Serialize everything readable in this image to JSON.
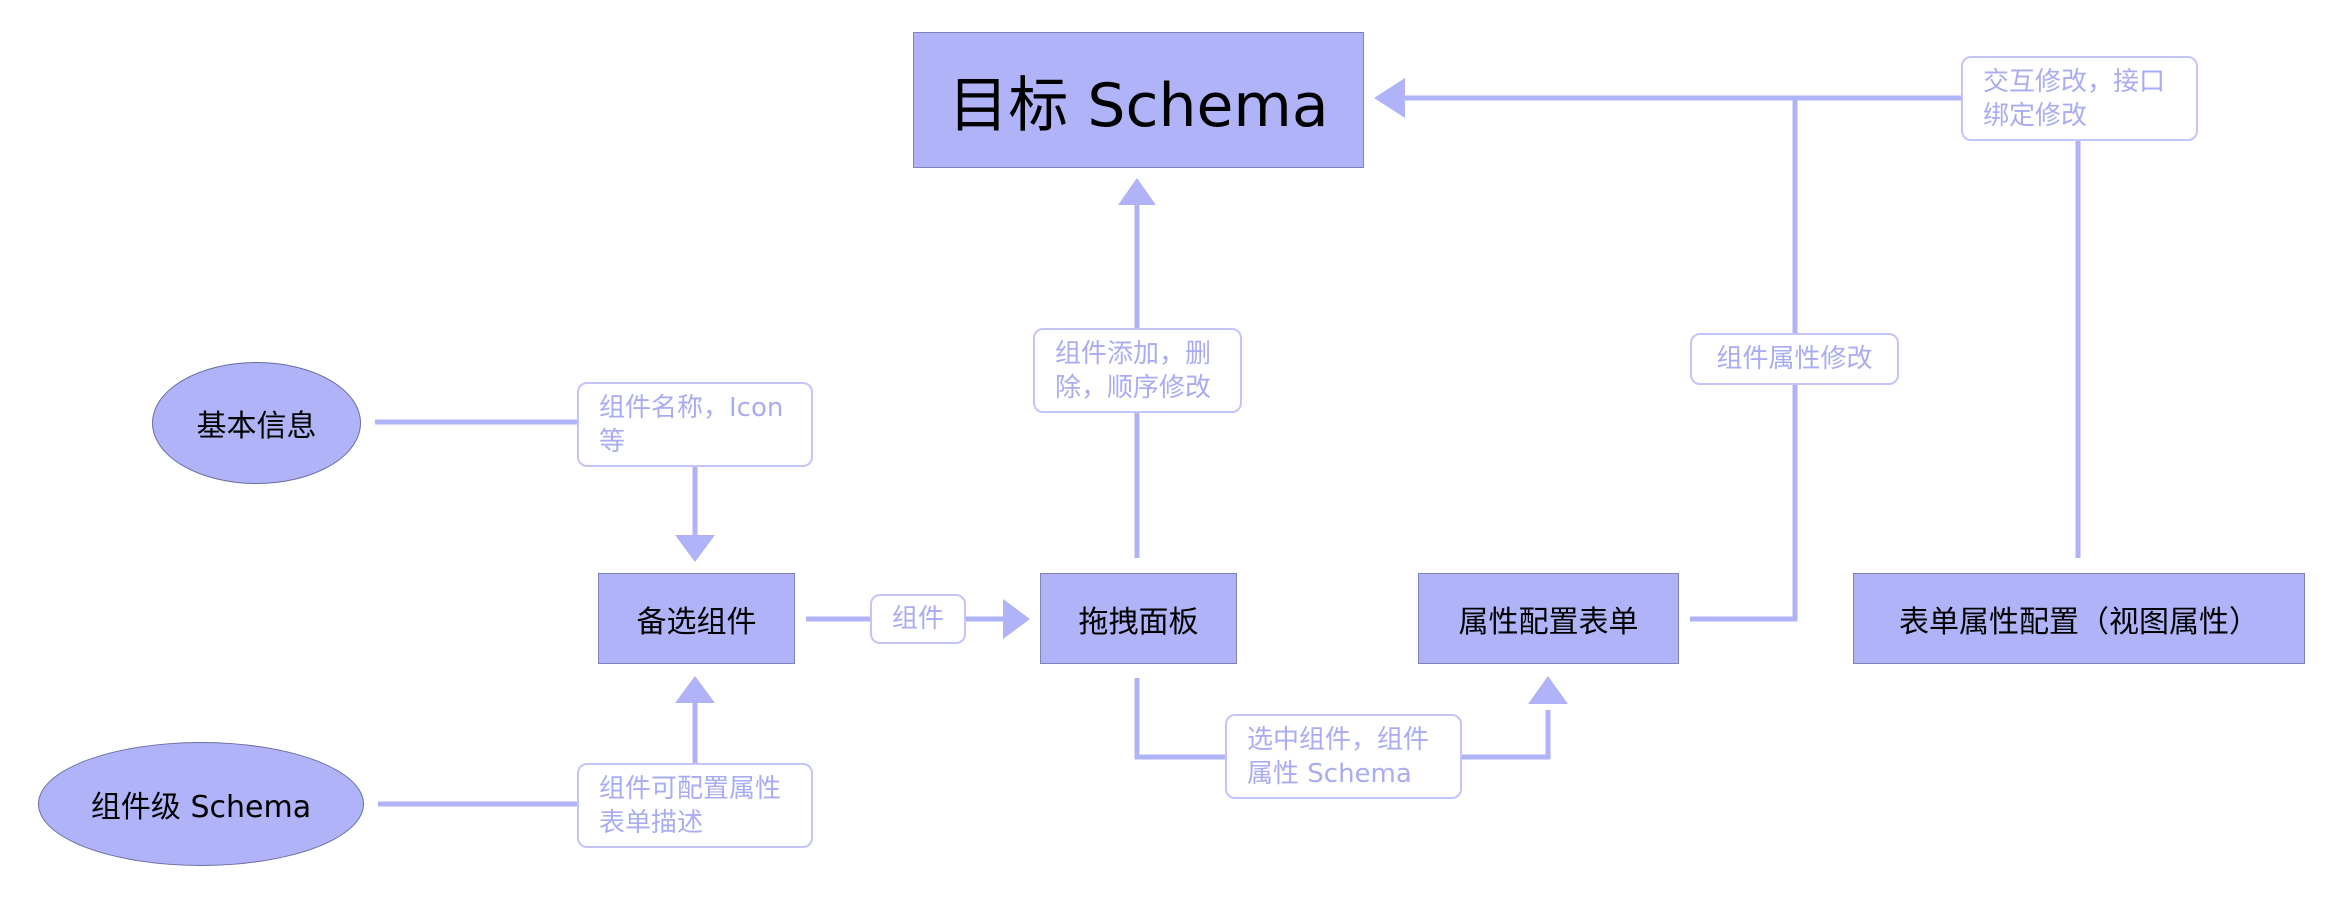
{
  "colors": {
    "node_fill": "#b0b3f7",
    "wire": "#b0b3f7",
    "label_text": "#a9acf2",
    "label_border": "#c3c5f8"
  },
  "nodes": {
    "target_schema": "目标 Schema",
    "basic_info": "基本信息",
    "component_schema": "组件级 Schema",
    "candidate_components": "备选组件",
    "drag_panel": "拖拽面板",
    "property_form": "属性配置表单",
    "form_property_config": "表单属性配置（视图属性）"
  },
  "edge_labels": {
    "name_icon": "组件名称，Icon\n等",
    "configurable_props": "组件可配置属性\n表单描述",
    "component": "组件",
    "add_delete_order": "组件添加，删\n除，顺序修改",
    "selected_schema": "选中组件，组件\n属性 Schema",
    "prop_modify": "组件属性修改",
    "interaction_binding": "交互修改，接口\n绑定修改"
  }
}
